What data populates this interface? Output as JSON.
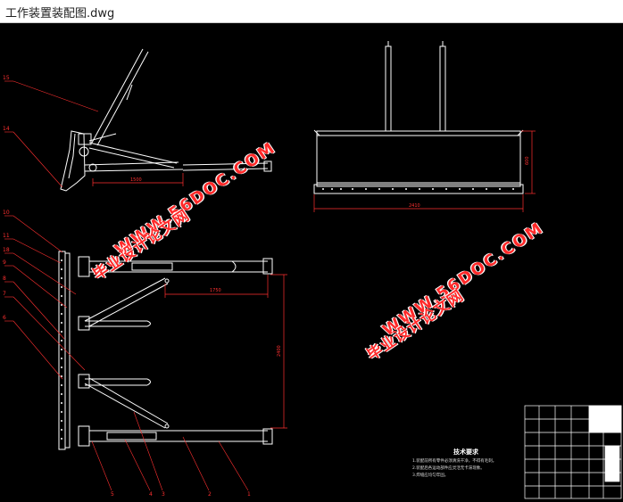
{
  "window": {
    "title": "工作装置装配图.dwg"
  },
  "watermarks": {
    "url_text": "WWW.56DOC.COM",
    "cn_text": "毕业设计论文网"
  },
  "dimensions": {
    "side_view_length": "1500",
    "front_width": "2410",
    "front_height": "600",
    "top_arm_length": "1750",
    "top_overall_height": "2400"
  },
  "callouts": [
    "15",
    "14",
    "10",
    "11",
    "18",
    "9",
    "8",
    "7",
    "6",
    "5",
    "4",
    "3",
    "2",
    "1"
  ],
  "notes": {
    "title": "技术要求",
    "lines": [
      "1.装配前所有零件必须清洗干净，不得有毛刺。",
      "2.装配后各运动部件应灵活无卡滞现象。",
      "3.焊缝应均匀牢固。"
    ]
  },
  "colors": {
    "drawing_background": "#000000",
    "line": "#ffffff",
    "dimension": "#ff2a2a"
  }
}
